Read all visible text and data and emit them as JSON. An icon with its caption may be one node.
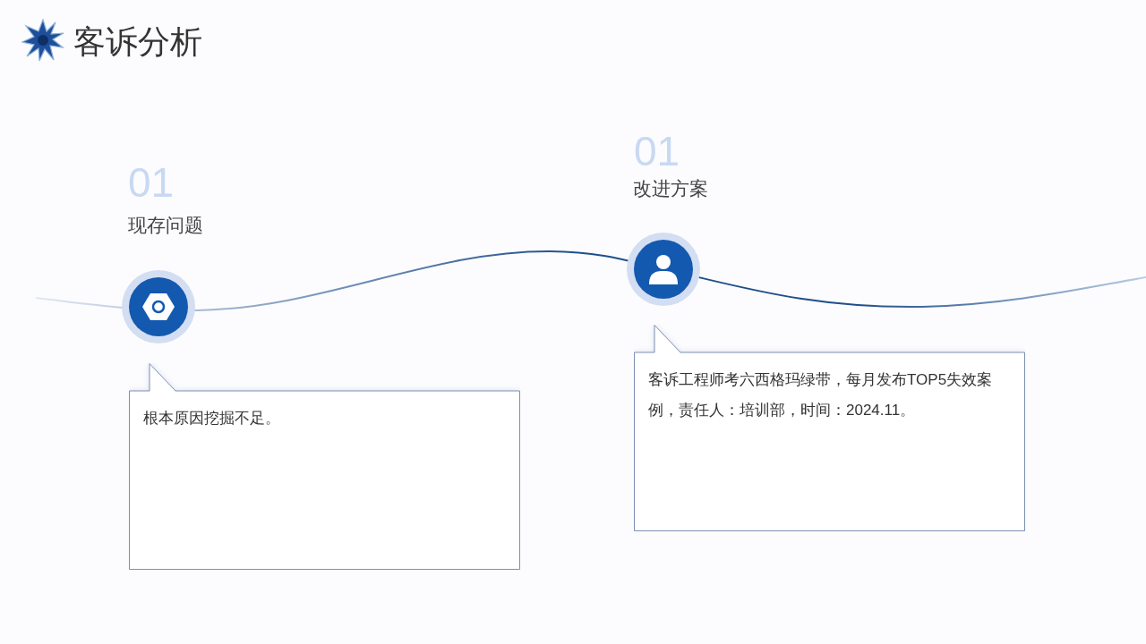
{
  "diagram": {
    "title": "客诉分析",
    "nodes": [
      {
        "text": [
          "根本原因挖掘不足。"
        ]
      },
      {
        "text": [
          "客诉工程师考六西格玛绿带，每月发布TOP5失效案例，责任人：培训部，时间：2024.11。"
        ]
      }
    ],
    "labels": [
      "01",
      "现存问题",
      "01",
      "改进方案"
    ]
  }
}
